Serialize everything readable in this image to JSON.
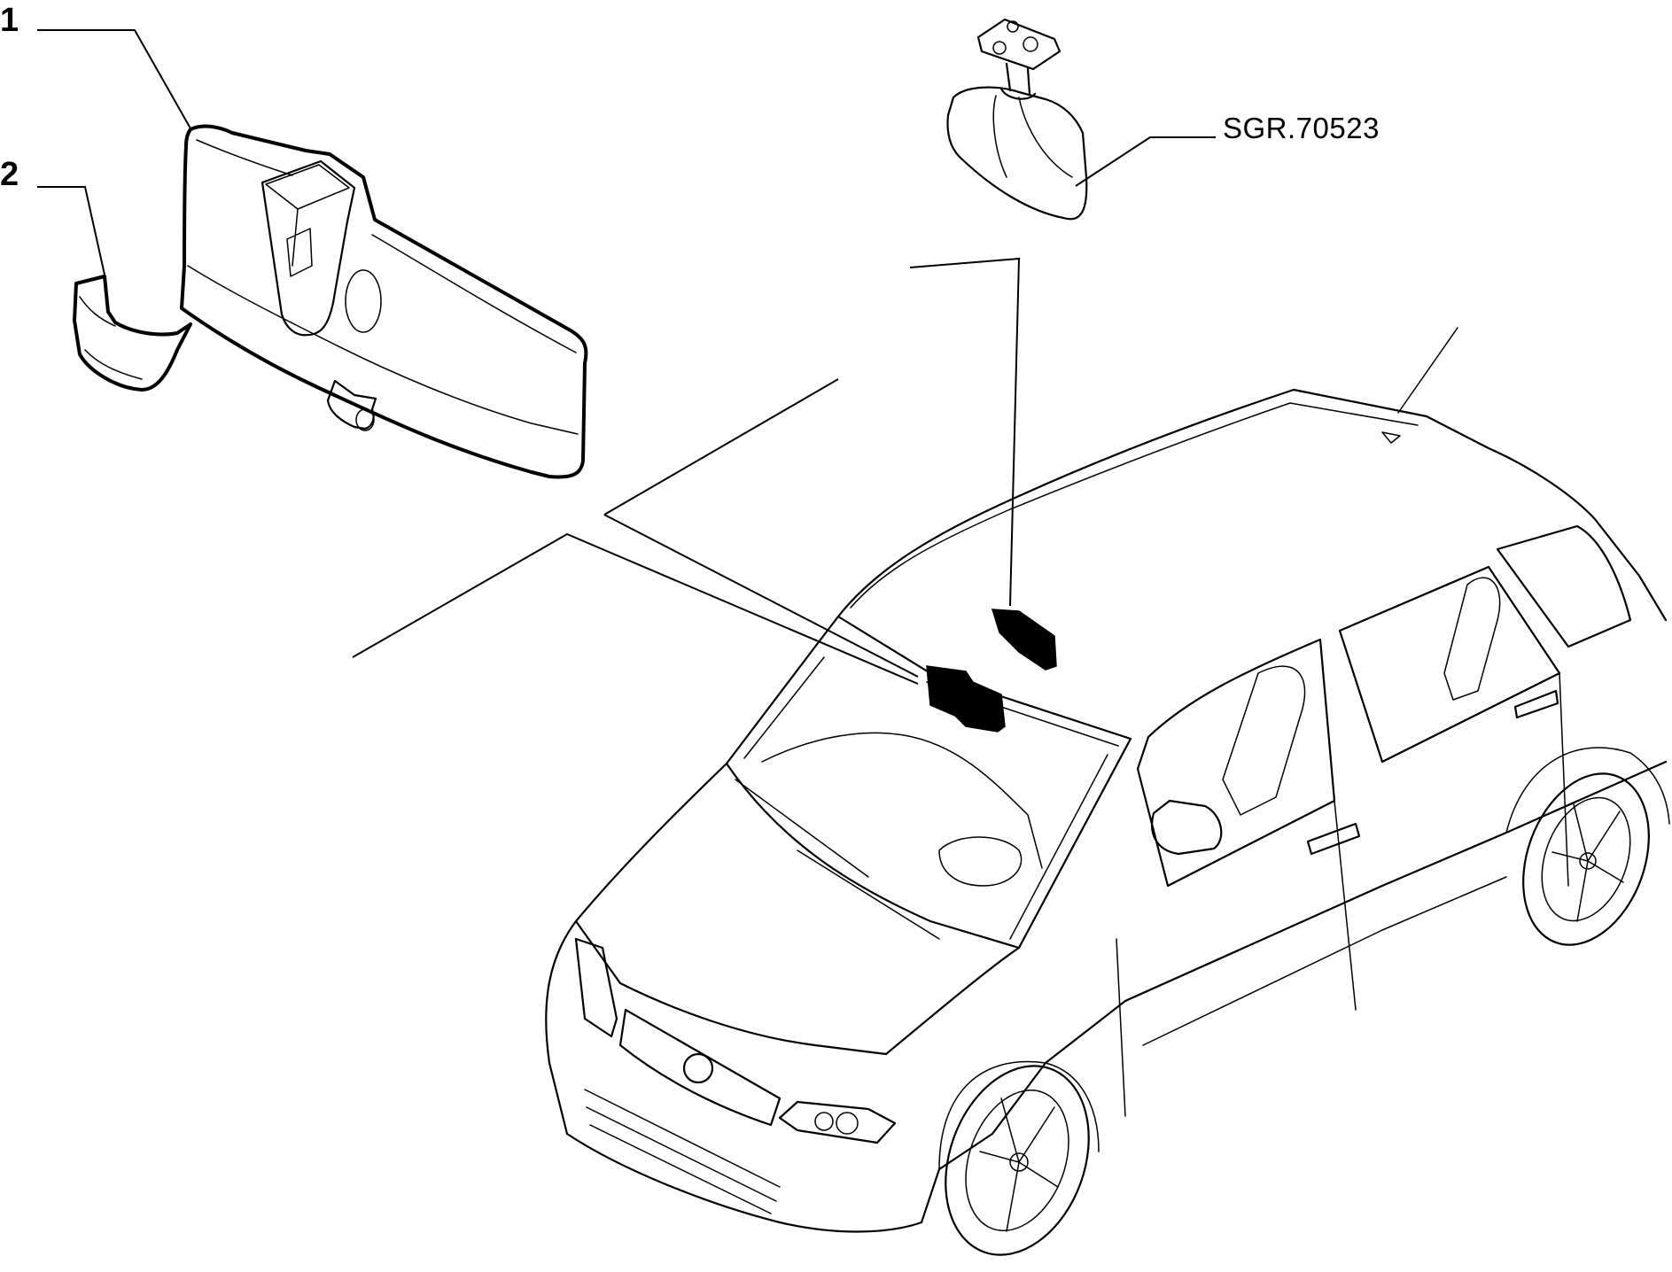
{
  "callouts": {
    "part1": "1",
    "part2": "2"
  },
  "reference": {
    "code": "SGR.70523"
  },
  "parts": [
    {
      "number": "1",
      "name": "interior-mirror"
    },
    {
      "number": "2",
      "name": "mirror-cover"
    }
  ]
}
